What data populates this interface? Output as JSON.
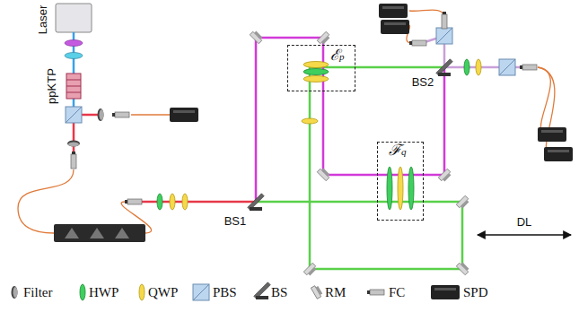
{
  "diagram": {
    "nodes": [
      {
        "text": [
          "ℰ",
          "p⃗"
        ]
      },
      {
        "text": [
          "ℱ",
          "q⃗"
        ]
      }
    ],
    "labels": [
      "Laser",
      "ppKTP",
      "BS1",
      "BS2",
      "DL"
    ],
    "legend": [
      {
        "text": "Filter"
      },
      {
        "text": "HWP"
      },
      {
        "text": "QWP"
      },
      {
        "text": "PBS"
      },
      {
        "text": "BS"
      },
      {
        "text": "RM"
      },
      {
        "text": "FC"
      },
      {
        "text": "SPD"
      }
    ]
  }
}
